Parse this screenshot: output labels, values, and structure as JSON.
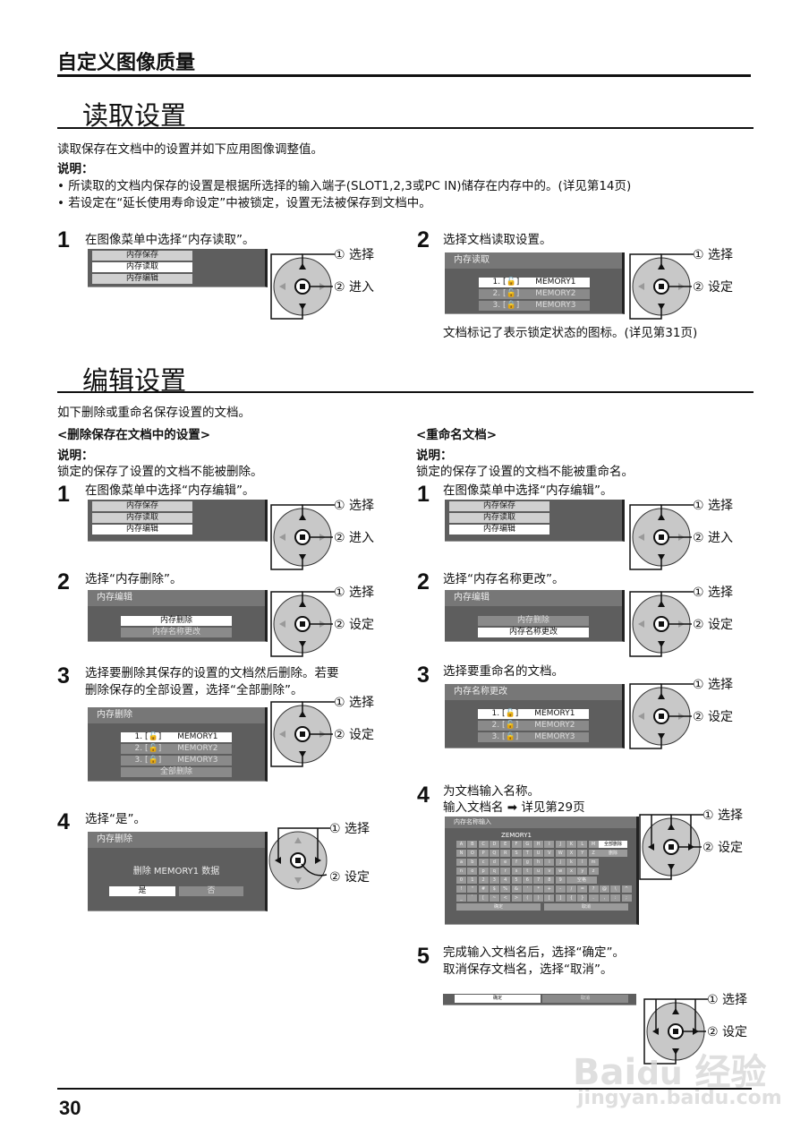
{
  "header": {
    "title": "自定义图像质量"
  },
  "load": {
    "title": "读取设置",
    "intro": "读取保存在文档中的设置并如下应用图像调整值。",
    "note_label": "说明：",
    "notes": [
      "• 所读取的文档内保存的设置是根据所选择的输入端子(SLOT1,2,3或PC IN)储存在内存中的。(详见第14页)",
      "• 若设定在“延长使用寿命设定”中被锁定，设置无法被保存到文档中。"
    ],
    "step1": {
      "num": "1",
      "text": "在图像菜单中选择“内存读取”。",
      "menu": [
        "内存保存",
        "内存读取",
        "内存编辑"
      ],
      "selected": 1,
      "select": "① 选择",
      "enter": "② 进入"
    },
    "step2": {
      "num": "2",
      "text": "选择文档读取设置。",
      "panel_title": "内存读取",
      "items": [
        "1. [🔓]　　MEMORY1",
        "2. [🔓]　　MEMORY2",
        "3. [🔒]　　MEMORY3"
      ],
      "select": "① 选择",
      "enter": "② 设定",
      "caption": "文档标记了表示锁定状态的图标。(详见第31页)"
    }
  },
  "edit": {
    "title": "编辑设置",
    "intro": "如下删除或重命名保存设置的文档。",
    "delete": {
      "heading": "<删除保存在文档中的设置>",
      "note_label": "说明：",
      "note": "锁定的保存了设置的文档不能被删除。",
      "step1": {
        "num": "1",
        "text": "在图像菜单中选择“内存编辑”。",
        "menu": [
          "内存保存",
          "内存读取",
          "内存编辑"
        ],
        "select": "① 选择",
        "enter": "② 进入"
      },
      "step2": {
        "num": "2",
        "text": "选择“内存删除”。",
        "panel_title": "内存编辑",
        "items": [
          "内存删除",
          "内存名称更改"
        ],
        "select": "① 选择",
        "enter": "② 设定"
      },
      "step3": {
        "num": "3",
        "text1": "选择要删除其保存的设置的文档然后删除。若要",
        "text2": "删除保存的全部设置，选择“全部删除”。",
        "panel_title": "内存删除",
        "items": [
          "1. [🔓]　　MEMORY1",
          "2. [🔓]　　MEMORY2",
          "3. [🔒]　　MEMORY3",
          "全部删除"
        ],
        "select": "① 选择",
        "enter": "② 设定"
      },
      "step4": {
        "num": "4",
        "text": "选择“是”。",
        "panel_title": "内存删除",
        "message": "删除 MEMORY1 数据",
        "yes": "是",
        "no": "否",
        "select": "① 选择",
        "enter": "② 设定"
      }
    },
    "rename": {
      "heading": "<重命名文档>",
      "note_label": "说明：",
      "note": "锁定的保存了设置的文档不能被重命名。",
      "step1": {
        "num": "1",
        "text": "在图像菜单中选择“内存编辑”。",
        "menu": [
          "内存保存",
          "内存读取",
          "内存编辑"
        ],
        "select": "① 选择",
        "enter": "② 进入"
      },
      "step2": {
        "num": "2",
        "text": "选择“内存名称更改”。",
        "panel_title": "内存编辑",
        "items": [
          "内存删除",
          "内存名称更改"
        ],
        "select": "① 选择",
        "enter": "② 设定"
      },
      "step3": {
        "num": "3",
        "text": "选择要重命名的文档。",
        "panel_title": "内存名称更改",
        "items": [
          "1. [🔓]　　MEMORY1",
          "2. [🔓]　　MEMORY2",
          "3. [🔒]　　MEMORY3"
        ],
        "select": "① 选择",
        "enter": "② 设定"
      },
      "step4": {
        "num": "4",
        "text1": "为文档输入名称。",
        "text2": "输入文档名 ➡ 详见第29页",
        "panel_title": "内存名称输入",
        "value": "ZEMORY1",
        "keys": [
          [
            "A",
            "B",
            "C",
            "D",
            "E",
            "F",
            "G",
            "H",
            "I",
            "J",
            "K",
            "L",
            "M"
          ],
          [
            "N",
            "O",
            "P",
            "Q",
            "R",
            "S",
            "T",
            "U",
            "V",
            "W",
            "X",
            "Y",
            "Z"
          ],
          [
            "a",
            "b",
            "c",
            "d",
            "e",
            "f",
            "g",
            "h",
            "i",
            "j",
            "k",
            "l",
            "m"
          ],
          [
            "n",
            "o",
            "p",
            "q",
            "r",
            "s",
            "t",
            "u",
            "v",
            "w",
            "x",
            "y",
            "z"
          ],
          [
            "0",
            "1",
            "2",
            "3",
            "4",
            "5",
            "6",
            "7",
            "8",
            "9"
          ],
          [
            "!",
            "\"",
            "#",
            "$",
            "%",
            "&",
            "'",
            "*",
            "+",
            "-",
            "/",
            "=",
            "?",
            "@",
            "\\",
            "^"
          ],
          [
            "_",
            "`",
            "[",
            "~",
            "<",
            ">",
            "(",
            ")",
            "[",
            "]",
            "{",
            "}",
            ".",
            ",",
            ":",
            ";"
          ]
        ],
        "space": "空格",
        "delete_all": "全部删除",
        "delete": "删除",
        "ok": "确定",
        "cancel": "取消",
        "select": "① 选择",
        "enter": "② 设定"
      },
      "step5": {
        "num": "5",
        "text1": "完成输入文档名后，选择“确定”。",
        "text2": "取消保存文档名，选择“取消”。",
        "ok": "确定",
        "cancel": "取消",
        "select": "① 选择",
        "enter": "② 设定"
      }
    }
  },
  "footer": {
    "page_number": "30"
  },
  "watermark": {
    "logo": "Bai du 经验",
    "url": "jingyan.baidu.com"
  }
}
